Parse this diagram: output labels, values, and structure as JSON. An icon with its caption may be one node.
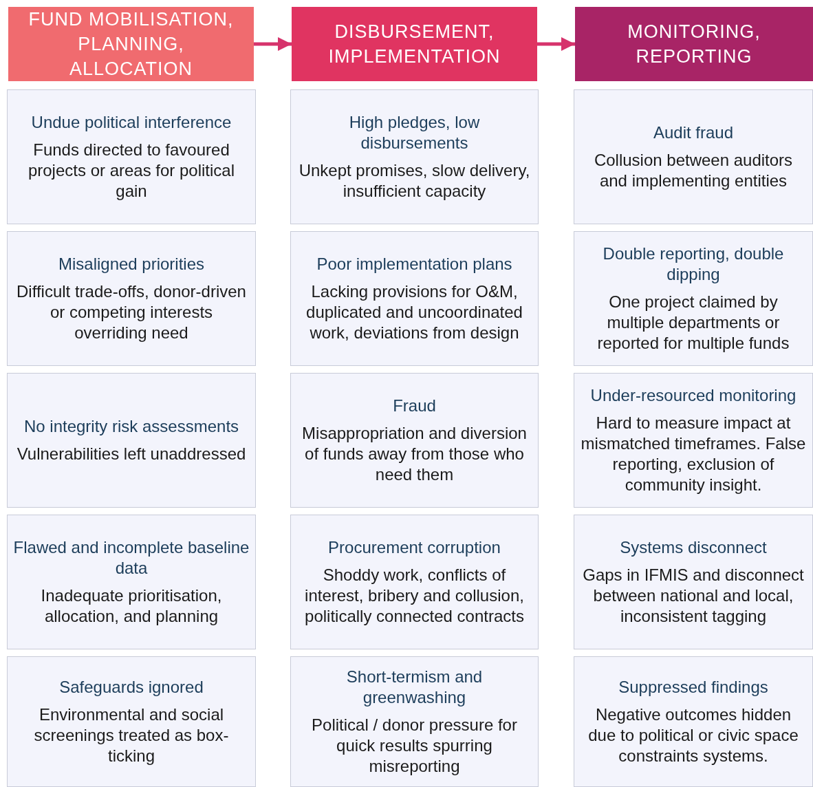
{
  "diagram": {
    "nodes": [
      {
        "text": [
          "FUND MOBILISATION, PLANNING, ALLOCATION"
        ]
      },
      {
        "text": [
          "DISBURSEMENT, IMPLEMENTATION"
        ]
      },
      {
        "text": [
          "MONITORING, REPORTING"
        ]
      },
      {
        "text": [
          "Undue political interference",
          "Funds directed to favoured projects or areas for political gain"
        ]
      },
      {
        "text": [
          "High pledges, low disbursements",
          "Unkept promises, slow delivery, insufficient capacity"
        ]
      },
      {
        "text": [
          "Audit fraud",
          "Collusion between auditors and implementing entities"
        ]
      },
      {
        "text": [
          "Misaligned priorities",
          "Difficult trade-offs, donor-driven or competing interests overriding need"
        ]
      },
      {
        "text": [
          "Poor implementation plans",
          "Lacking provisions for O&M, duplicated and uncoordinated work, deviations from design"
        ]
      },
      {
        "text": [
          "Double reporting, double dipping",
          "One project claimed by multiple departments or reported for multiple funds"
        ]
      },
      {
        "text": [
          "No integrity risk assessments",
          "Vulnerabilities left unaddressed"
        ]
      },
      {
        "text": [
          "Fraud",
          "Misappropriation and diversion of funds away from those who need them"
        ]
      },
      {
        "text": [
          "Under-resourced monitoring",
          "Hard to measure impact at mismatched timeframes. False reporting, exclusion of community insight."
        ]
      },
      {
        "text": [
          "Flawed and incomplete baseline data",
          "Inadequate prioritisation, allocation, and planning"
        ]
      },
      {
        "text": [
          "Procurement corruption",
          "Shoddy work, conflicts of interest, bribery and collusion, politically connected contracts"
        ]
      },
      {
        "text": [
          "Systems disconnect",
          "Gaps in IFMIS and disconnect between national and local, inconsistent tagging"
        ]
      },
      {
        "text": [
          "Safeguards ignored",
          "Environmental and social screenings treated as box-ticking"
        ]
      },
      {
        "text": [
          "Short-termism and greenwashing",
          "Political / donor pressure for quick results spurring misreporting"
        ]
      },
      {
        "text": [
          "Suppressed findings",
          "Negative outcomes hidden due to political or civic space constraints systems."
        ]
      }
    ],
    "edges": [
      {
        "from": 0,
        "to": 1,
        "arrow": "to"
      },
      {
        "from": 1,
        "to": 2,
        "arrow": "to"
      }
    ]
  }
}
